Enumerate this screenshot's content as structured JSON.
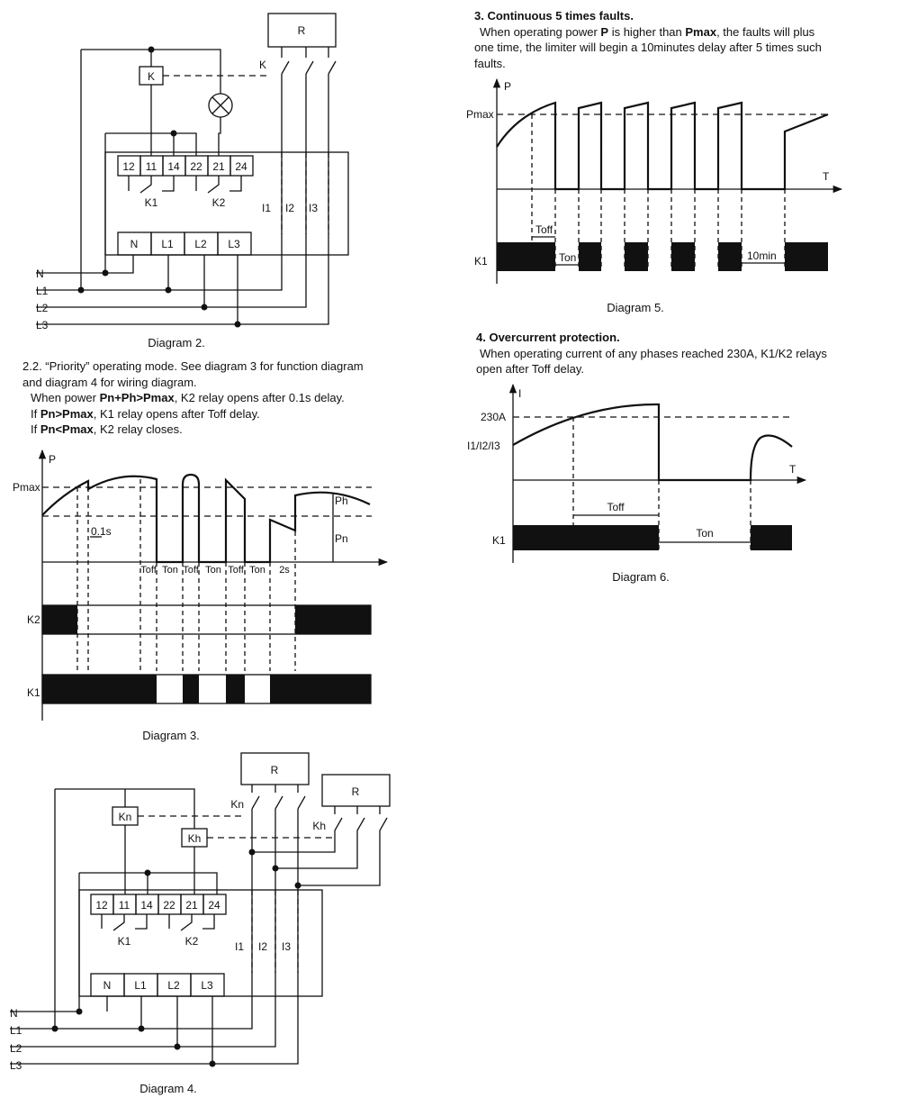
{
  "diagram2": {
    "caption": "Diagram 2.",
    "relay_box": "R",
    "relay_label": "K",
    "coil": "K",
    "terminals_top": [
      "12",
      "11",
      "14",
      "22",
      "21",
      "24"
    ],
    "terminals_bottom": [
      "N",
      "L1",
      "L2",
      "L3"
    ],
    "contact_labels": [
      "K1",
      "K2"
    ],
    "current_inputs": [
      "I1",
      "I2",
      "I3"
    ],
    "lines": [
      "N",
      "L1",
      "L2",
      "L3"
    ]
  },
  "priority_section": {
    "line1": "2.2. “Priority” operating mode. See diagram 3 for function diagram",
    "line2": "and diagram 4 for wiring diagram.",
    "rule1": {
      "prefix": "When power ",
      "bold": "Pn+Ph>Pmax",
      "suffix": ", K2 relay opens after 0.1s delay."
    },
    "rule2": {
      "prefix": "If ",
      "bold": "Pn>Pmax",
      "suffix": ", K1 relay opens after Toff delay."
    },
    "rule3": {
      "prefix": "If ",
      "bold": "Pn<Pmax",
      "suffix": ", K2 relay closes."
    }
  },
  "diagram3": {
    "caption": "Diagram 3.",
    "axis_y": "P",
    "pmax": "Pmax",
    "delay": "0.1s",
    "ph": "Ph",
    "pn": "Pn",
    "intervals": [
      "Toff",
      "Ton",
      "Toff",
      "Ton",
      "Toff",
      "Ton",
      "2s"
    ],
    "k2": "K2",
    "k1": "K1"
  },
  "diagram4": {
    "caption": "Diagram 4.",
    "relay_box_1": "R",
    "relay_box_2": "R",
    "relay_label_1": "Kn",
    "relay_label_2": "Kh",
    "coil_1": "Kn",
    "coil_2": "Kh",
    "terminals_top": [
      "12",
      "11",
      "14",
      "22",
      "21",
      "24"
    ],
    "terminals_bottom": [
      "N",
      "L1",
      "L2",
      "L3"
    ],
    "contact_labels": [
      "K1",
      "K2"
    ],
    "current_inputs": [
      "I1",
      "I2",
      "I3"
    ],
    "lines": [
      "N",
      "L1",
      "L2",
      "L3"
    ]
  },
  "section3": {
    "title": "3. Continuous 5 times faults.",
    "line1": {
      "a": "When operating power ",
      "b1": "P",
      "c": " is higher than ",
      "b2": "Pmax",
      "d": ", the faults will plus"
    },
    "line2": "one time, the limiter will begin a 10minutes delay after 5 times such",
    "line3": "faults."
  },
  "diagram5": {
    "caption": "Diagram 5.",
    "axis_y": "P",
    "axis_x": "T",
    "pmax": "Pmax",
    "toff": "Toff",
    "ton": "Ton",
    "delay": "10min",
    "k1": "K1"
  },
  "section4": {
    "title": "4. Overcurrent protection.",
    "line1": "When operating current of any phases reached 230A, K1/K2 relays",
    "line2": "open after Toff delay."
  },
  "diagram6": {
    "caption": "Diagram 6.",
    "axis_y": "I",
    "axis_x": "T",
    "threshold": "230A",
    "current": "I1/I2/I3",
    "toff": "Toff",
    "ton": "Ton",
    "k1": "K1"
  }
}
